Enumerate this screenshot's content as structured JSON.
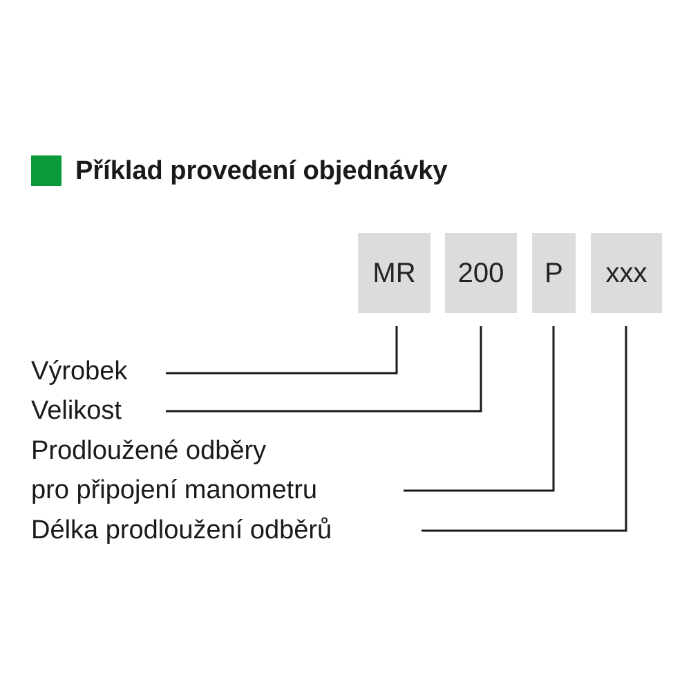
{
  "heading": {
    "text": "Příklad provedení objednávky",
    "square_color": "#0a9a3c"
  },
  "code_segments": [
    "MR",
    "200",
    "P",
    "xxx"
  ],
  "labels": [
    "Výrobek",
    "Velikost",
    "Prodloužené odběry",
    "pro připojení manometru",
    "Délka prodloužení odběrů"
  ],
  "colors": {
    "box_fill": "#dcdcdc",
    "line": "#1a1a1a",
    "text": "#1a1a1a"
  }
}
